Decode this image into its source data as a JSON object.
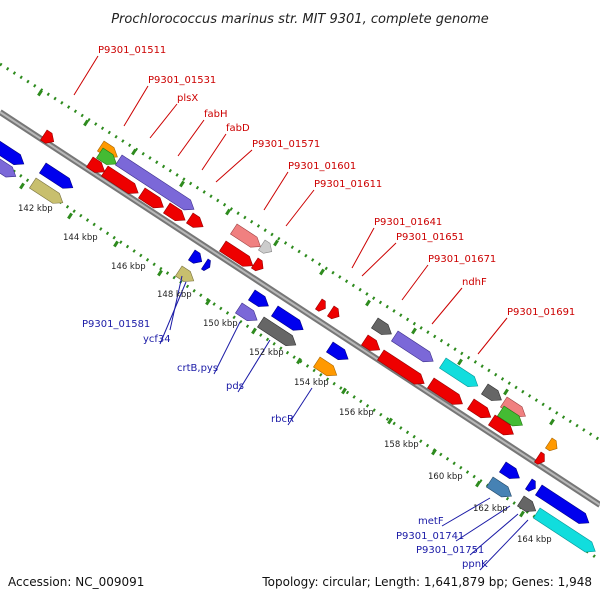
{
  "title": "Prochlorococcus marinus str. MIT 9301, complete genome",
  "footer": {
    "accession": "Accession: NC_009091",
    "summary": "Topology: circular; Length: 1,641,879 bp; Genes: 1,948"
  },
  "colors": {
    "backbone": "#8a8a8a",
    "tick": "#2e8b1e",
    "red": "#ee0000",
    "blue": "#0000ee",
    "purple": "#7b68d8",
    "cyan": "#11dddd",
    "gray": "#666666",
    "orange": "#ff9900",
    "khaki": "#c8bf6e",
    "label_red": "#cc0000",
    "label_blue": "#1a1aa6"
  },
  "kbp_labels": [
    "142 kbp",
    "144 kbp",
    "146 kbp",
    "148 kbp",
    "150 kbp",
    "152 kbp",
    "154 kbp",
    "156 kbp",
    "158 kbp",
    "160 kbp",
    "162 kbp",
    "164 kbp"
  ],
  "top_labels": [
    "P9301_01511",
    "P9301_01531",
    "plsX",
    "fabH",
    "fabD",
    "P9301_01571",
    "P9301_01601",
    "P9301_01611",
    "P9301_01641",
    "P9301_01651",
    "P9301_01671",
    "ndhF",
    "P9301_01691"
  ],
  "bottom_labels": [
    "P9301_01581",
    "ycf34",
    "crtB,pys",
    "pds",
    "rbcR",
    "metF",
    "P9301_01741",
    "P9301_01751",
    "ppnK"
  ]
}
